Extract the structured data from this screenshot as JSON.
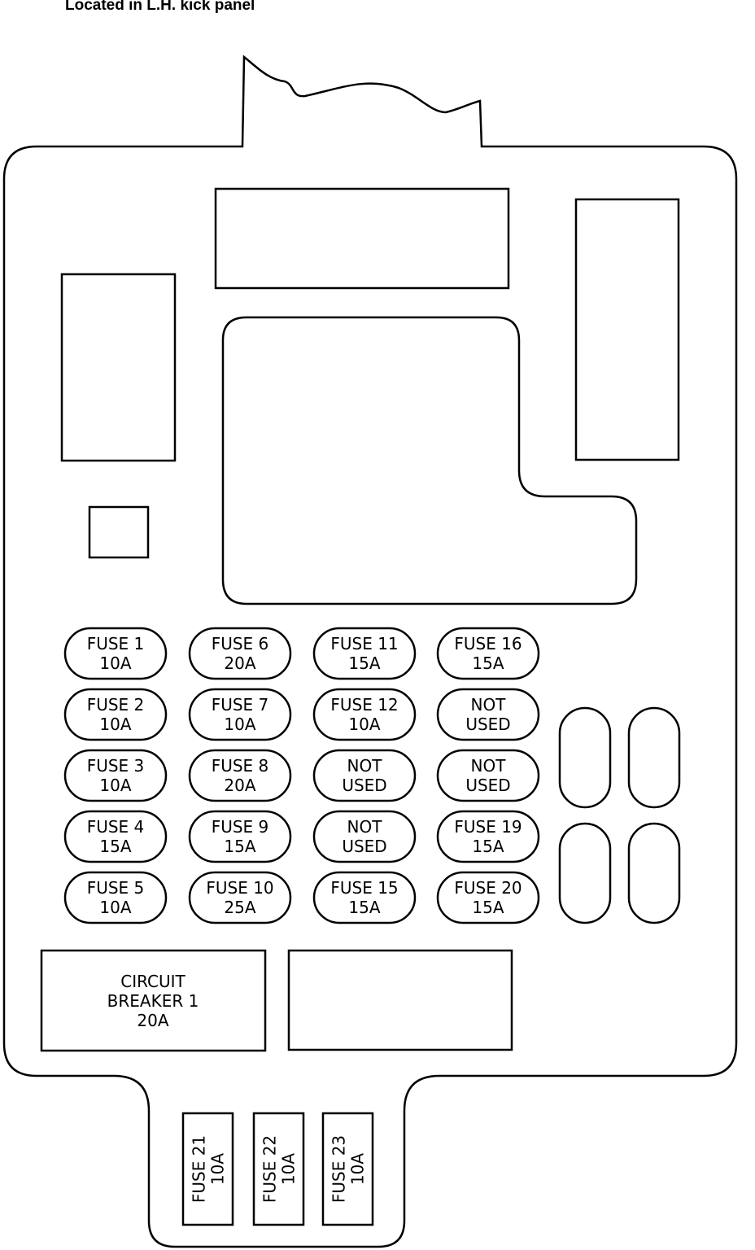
{
  "caption": "Located in L.H. kick panel",
  "fuse_rows": [
    [
      {
        "line1": "FUSE 1",
        "line2": "10A"
      },
      {
        "line1": "FUSE 6",
        "line2": "20A"
      },
      {
        "line1": "FUSE 11",
        "line2": "15A"
      },
      {
        "line1": "FUSE 16",
        "line2": "15A"
      }
    ],
    [
      {
        "line1": "FUSE 2",
        "line2": "10A"
      },
      {
        "line1": "FUSE 7",
        "line2": "10A"
      },
      {
        "line1": "FUSE 12",
        "line2": "10A"
      },
      {
        "line1": "NOT",
        "line2": "USED"
      }
    ],
    [
      {
        "line1": "FUSE 3",
        "line2": "10A"
      },
      {
        "line1": "FUSE 8",
        "line2": "20A"
      },
      {
        "line1": "NOT",
        "line2": "USED"
      },
      {
        "line1": "NOT",
        "line2": "USED"
      }
    ],
    [
      {
        "line1": "FUSE 4",
        "line2": "15A"
      },
      {
        "line1": "FUSE 9",
        "line2": "15A"
      },
      {
        "line1": "NOT",
        "line2": "USED"
      },
      {
        "line1": "FUSE 19",
        "line2": "15A"
      }
    ],
    [
      {
        "line1": "FUSE 5",
        "line2": "10A"
      },
      {
        "line1": "FUSE 10",
        "line2": "25A"
      },
      {
        "line1": "FUSE 15",
        "line2": "15A"
      },
      {
        "line1": "FUSE 20",
        "line2": "15A"
      }
    ]
  ],
  "breaker": {
    "line1": "CIRCUIT",
    "line2": "BREAKER 1",
    "line3": "20A"
  },
  "bottom_fuses": [
    {
      "line1": "FUSE 21",
      "line2": "10A"
    },
    {
      "line1": "FUSE 22",
      "line2": "10A"
    },
    {
      "line1": "FUSE 23",
      "line2": "10A"
    }
  ]
}
